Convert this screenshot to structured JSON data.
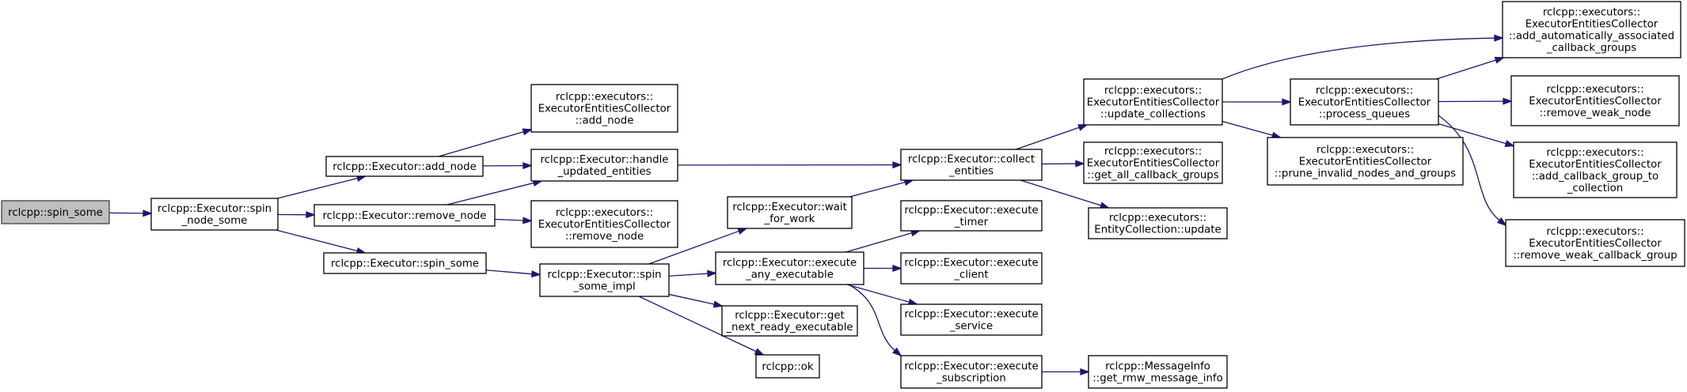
{
  "graph": {
    "nodes": [
      {
        "id": "spin_some",
        "lines": [
          "rclcpp::spin_some"
        ]
      },
      {
        "id": "spin_node_some",
        "lines": [
          "rclcpp::Executor::spin",
          "_node_some"
        ]
      },
      {
        "id": "add_node",
        "lines": [
          "rclcpp::Executor::add_node"
        ]
      },
      {
        "id": "remove_node",
        "lines": [
          "rclcpp::Executor::remove_node"
        ]
      },
      {
        "id": "ex_spin_some",
        "lines": [
          "rclcpp::Executor::spin_some"
        ]
      },
      {
        "id": "eec_add_node",
        "lines": [
          "rclcpp::executors::",
          "ExecutorEntitiesCollector",
          "::add_node"
        ]
      },
      {
        "id": "handle_updated",
        "lines": [
          "rclcpp::Executor::handle",
          "_updated_entities"
        ]
      },
      {
        "id": "eec_remove_node",
        "lines": [
          "rclcpp::executors::",
          "ExecutorEntitiesCollector",
          "::remove_node"
        ]
      },
      {
        "id": "spin_some_impl",
        "lines": [
          "rclcpp::Executor::spin",
          "_some_impl"
        ]
      },
      {
        "id": "wait_for_work",
        "lines": [
          "rclcpp::Executor::wait",
          "_for_work"
        ]
      },
      {
        "id": "execute_any",
        "lines": [
          "rclcpp::Executor::execute",
          "_any_executable"
        ]
      },
      {
        "id": "get_next_ready",
        "lines": [
          "rclcpp::Executor::get",
          "_next_ready_executable"
        ]
      },
      {
        "id": "ok",
        "lines": [
          "rclcpp::ok"
        ]
      },
      {
        "id": "collect_entities",
        "lines": [
          "rclcpp::Executor::collect",
          "_entities"
        ]
      },
      {
        "id": "execute_timer",
        "lines": [
          "rclcpp::Executor::execute",
          "_timer"
        ]
      },
      {
        "id": "execute_client",
        "lines": [
          "rclcpp::Executor::execute",
          "_client"
        ]
      },
      {
        "id": "execute_service",
        "lines": [
          "rclcpp::Executor::execute",
          "_service"
        ]
      },
      {
        "id": "execute_subscription",
        "lines": [
          "rclcpp::Executor::execute",
          "_subscription"
        ]
      },
      {
        "id": "update_collections",
        "lines": [
          "rclcpp::executors::",
          "ExecutorEntitiesCollector",
          "::update_collections"
        ]
      },
      {
        "id": "get_all_callback_groups",
        "lines": [
          "rclcpp::executors::",
          "ExecutorEntitiesCollector",
          "::get_all_callback_groups"
        ]
      },
      {
        "id": "entity_update",
        "lines": [
          "rclcpp::executors::",
          "EntityCollection::update"
        ]
      },
      {
        "id": "get_rmw_message_info",
        "lines": [
          "rclcpp::MessageInfo",
          "::get_rmw_message_info"
        ]
      },
      {
        "id": "process_queues",
        "lines": [
          "rclcpp::executors::",
          "ExecutorEntitiesCollector",
          "::process_queues"
        ]
      },
      {
        "id": "prune_invalid",
        "lines": [
          "rclcpp::executors::",
          "ExecutorEntitiesCollector",
          "::prune_invalid_nodes_and_groups"
        ]
      },
      {
        "id": "add_auto_assoc",
        "lines": [
          "rclcpp::executors::",
          "ExecutorEntitiesCollector",
          "::add_automatically_associated",
          "_callback_groups"
        ]
      },
      {
        "id": "remove_weak_node",
        "lines": [
          "rclcpp::executors::",
          "ExecutorEntitiesCollector",
          "::remove_weak_node"
        ]
      },
      {
        "id": "add_cb_group_to_coll",
        "lines": [
          "rclcpp::executors::",
          "ExecutorEntitiesCollector",
          "::add_callback_group_to",
          "_collection"
        ]
      },
      {
        "id": "remove_weak_cb_group",
        "lines": [
          "rclcpp::executors::",
          "ExecutorEntitiesCollector",
          "::remove_weak_callback_group"
        ]
      }
    ],
    "edges": [
      [
        "spin_some",
        "spin_node_some"
      ],
      [
        "spin_node_some",
        "add_node"
      ],
      [
        "spin_node_some",
        "remove_node"
      ],
      [
        "spin_node_some",
        "ex_spin_some"
      ],
      [
        "add_node",
        "eec_add_node"
      ],
      [
        "add_node",
        "handle_updated"
      ],
      [
        "remove_node",
        "handle_updated"
      ],
      [
        "remove_node",
        "eec_remove_node"
      ],
      [
        "ex_spin_some",
        "spin_some_impl"
      ],
      [
        "handle_updated",
        "collect_entities"
      ],
      [
        "spin_some_impl",
        "wait_for_work"
      ],
      [
        "spin_some_impl",
        "execute_any"
      ],
      [
        "spin_some_impl",
        "get_next_ready"
      ],
      [
        "spin_some_impl",
        "ok"
      ],
      [
        "wait_for_work",
        "collect_entities"
      ],
      [
        "execute_any",
        "execute_timer"
      ],
      [
        "execute_any",
        "execute_client"
      ],
      [
        "execute_any",
        "execute_service"
      ],
      [
        "execute_any",
        "execute_subscription"
      ],
      [
        "collect_entities",
        "update_collections"
      ],
      [
        "collect_entities",
        "get_all_callback_groups"
      ],
      [
        "collect_entities",
        "entity_update"
      ],
      [
        "execute_subscription",
        "get_rmw_message_info"
      ],
      [
        "update_collections",
        "process_queues"
      ],
      [
        "update_collections",
        "prune_invalid"
      ],
      [
        "update_collections",
        "add_auto_assoc"
      ],
      [
        "process_queues",
        "add_auto_assoc"
      ],
      [
        "process_queues",
        "remove_weak_node"
      ],
      [
        "process_queues",
        "add_cb_group_to_coll"
      ],
      [
        "process_queues",
        "remove_weak_cb_group"
      ]
    ]
  },
  "colors": {
    "edge": "#191970",
    "root_fill": "#bfbfbf",
    "node_fill": "#ffffff",
    "node_border": "#000000"
  }
}
